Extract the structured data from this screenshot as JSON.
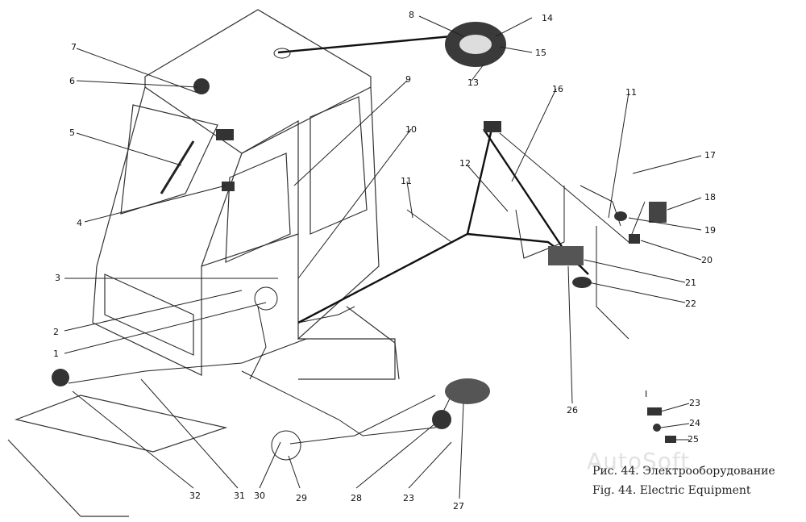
{
  "figure": {
    "caption_ru": "Рис. 44. Электрооборудование",
    "caption_en": "Fig. 44. Electric Equipment",
    "watermark": "AutoSoft"
  },
  "callouts": {
    "c1": "1",
    "c2": "2",
    "c3": "3",
    "c4": "4",
    "c5": "5",
    "c6": "6",
    "c7": "7",
    "c8": "8",
    "c9": "9",
    "c10": "10",
    "c11a": "11",
    "c11b": "11",
    "c12": "12",
    "c13": "13",
    "c14": "14",
    "c15": "15",
    "c16": "16",
    "c17": "17",
    "c18": "18",
    "c19": "19",
    "c20": "20",
    "c21": "21",
    "c22": "22",
    "c23a": "23",
    "c23b": "23",
    "c24": "24",
    "c25": "25",
    "c26": "26",
    "c27": "27",
    "c28": "28",
    "c29": "29",
    "c30": "30",
    "c31": "31",
    "c32": "32",
    "cI": "I"
  },
  "colors": {
    "ink": "#111111",
    "paper": "#ffffff"
  }
}
